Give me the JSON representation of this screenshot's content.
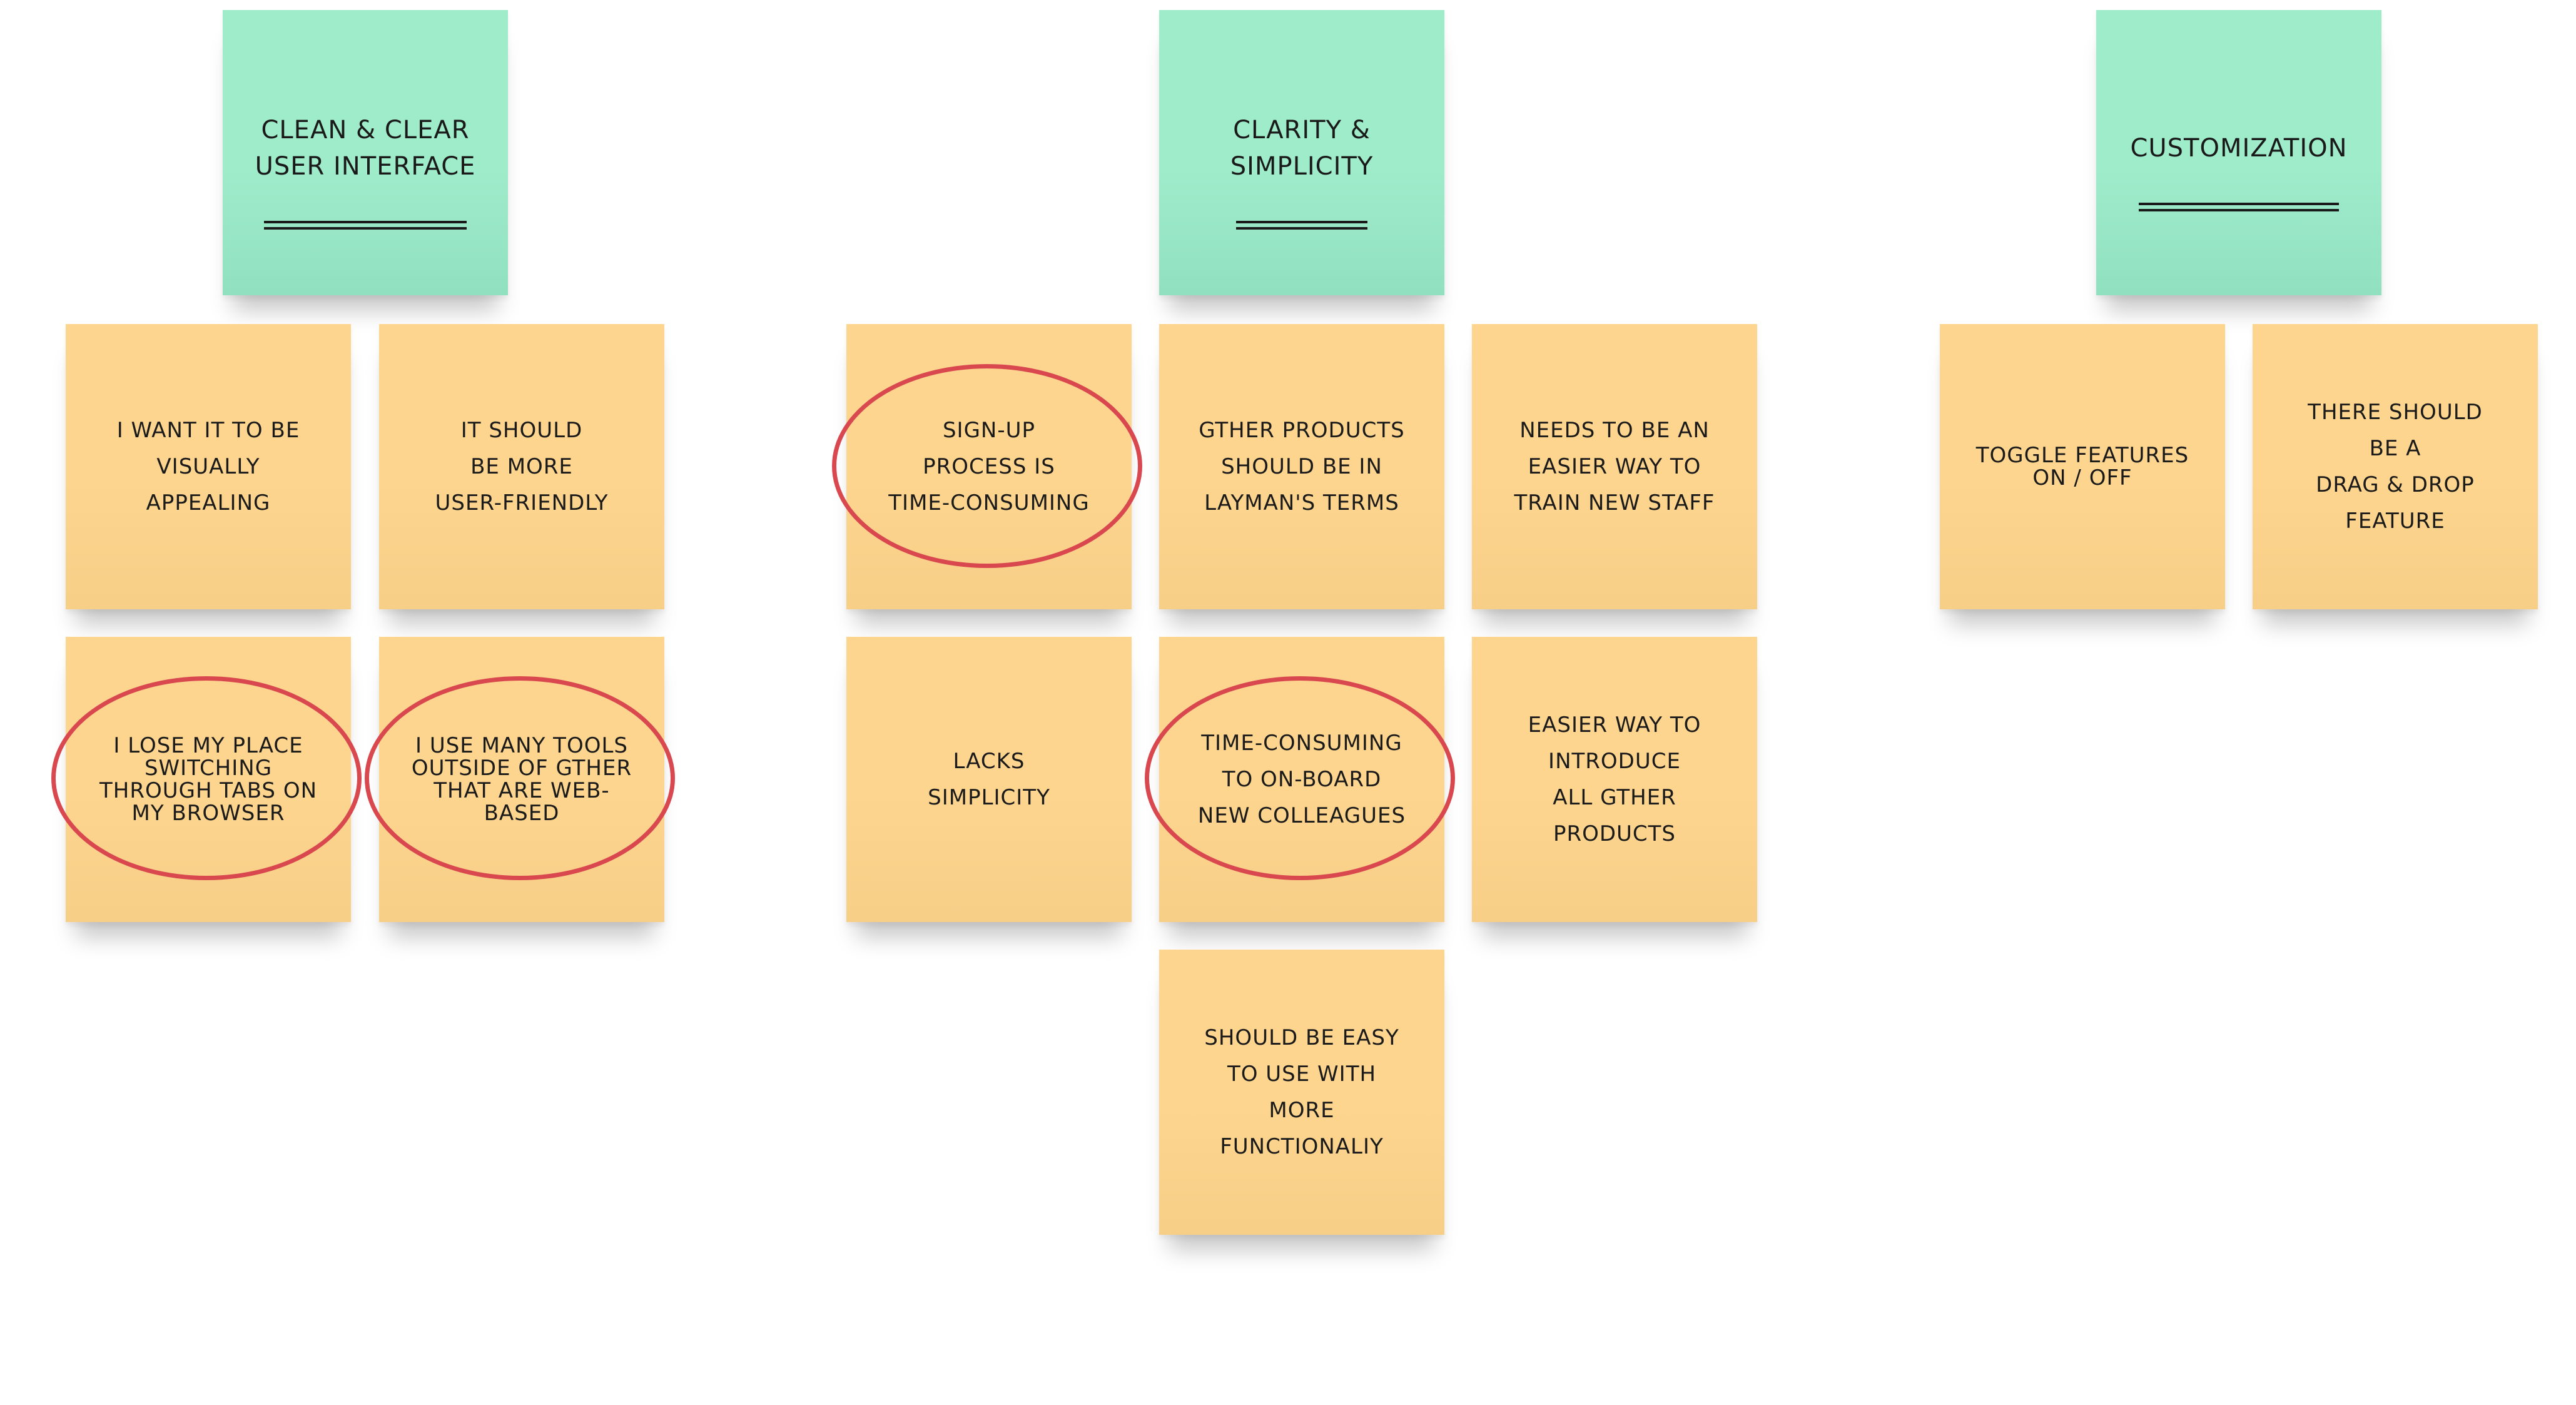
{
  "headers": {
    "clean_clear": "Clean & Clear\nUser Interface",
    "clarity_simplicity": "Clarity &\nSimplicity",
    "customization": "Customization"
  },
  "notes": {
    "visually_appealing": "I want it to be\nvisually\nappealing",
    "user_friendly": "It should\nbe more\nuser-friendly",
    "lose_place": "I lose my place\nswitching\nthrough tabs on\nmy browser",
    "many_tools": "I use many tools\noutside of Gther\nthat are web-\nbased",
    "signup_process": "Sign-up\nprocess is\ntime-consuming",
    "laymans_terms": "Gther products\nshould be in\nlayman's terms",
    "train_staff": "Needs to be an\neasier way to\ntrain new staff",
    "lacks_simplicity": "Lacks\nsimplicity",
    "onboard_colleagues": "Time-consuming\nto on-board\nnew colleagues",
    "introduce_products": "Easier way to\nintroduce\nall Gther\nproducts",
    "easy_functionality": "Should be easy\nto use with\nmore\nfunctionaliy",
    "toggle_features": "Toggle features\non / off",
    "drag_drop": "There should\nbe a\ndrag & drop\nfeature"
  },
  "colors": {
    "header_note": "#9feccb",
    "idea_note": "#fdd58f",
    "highlight_circle": "#d9484f"
  }
}
